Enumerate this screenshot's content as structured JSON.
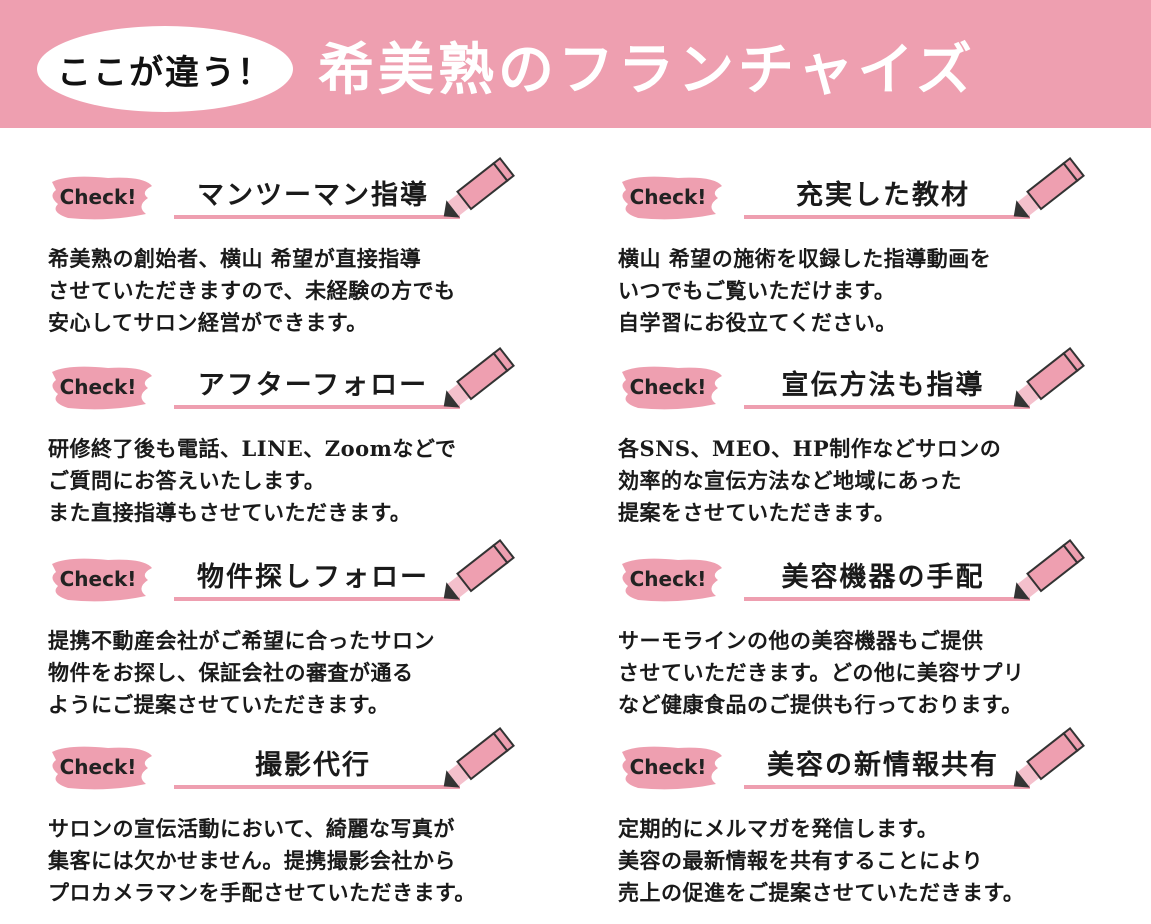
{
  "header": {
    "badge": "ここが違う！",
    "title": "希美熟のフランチャイズ",
    "color": "#ee9fb0"
  },
  "check_label": "Check!",
  "cards": [
    {
      "title": "マンツーマン指導",
      "lines": [
        "希美熟の創始者、横山 希望が直接指導",
        "させていただきますので、未経験の方でも",
        "安心してサロン経営ができます。"
      ]
    },
    {
      "title": "充実した教材",
      "lines": [
        "横山 希望の施術を収録した指導動画を",
        "いつでもご覧いただけます。",
        "自学習にお役立てください。"
      ]
    },
    {
      "title": "アフターフォロー",
      "lines": [
        "研修終了後も電話、LINE、Zoomなどで",
        "ご質問にお答えいたします。",
        "また直接指導もさせていただきます。"
      ]
    },
    {
      "title": "宣伝方法も指導",
      "lines": [
        "各SNS、MEO、HP制作などサロンの",
        "効率的な宣伝方法など地域にあった",
        "提案をさせていただきます。"
      ]
    },
    {
      "title": "物件探しフォロー",
      "lines": [
        "提携不動産会社がご希望に合ったサロン",
        "物件をお探し、保証会社の審査が通る",
        "ようにご提案させていただきます。"
      ]
    },
    {
      "title": "美容機器の手配",
      "lines": [
        "サーモラインの他の美容機器もご提供",
        "させていただきます。どの他に美容サプリ",
        "など健康食品のご提供も行っております。"
      ]
    },
    {
      "title": "撮影代行",
      "lines": [
        "サロンの宣伝活動において、綺麗な写真が",
        "集客には欠かせません。提携撮影会社から",
        "プロカメラマンを手配させていただきます。"
      ]
    },
    {
      "title": "美容の新情報共有",
      "lines": [
        "定期的にメルマガを発信します。",
        "美容の最新情報を共有することにより",
        "売上の促進をご提案させていただきます。"
      ]
    }
  ]
}
